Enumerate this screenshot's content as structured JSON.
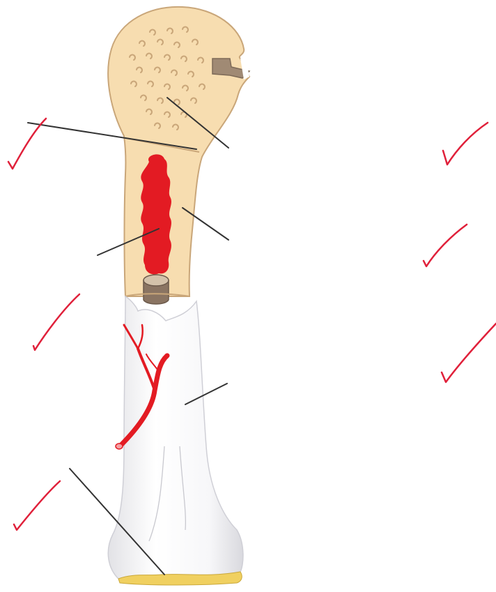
{
  "diagram": {
    "subject": "long-bone-cross-section",
    "labels": [
      {
        "id": "epiphyseal-line",
        "text": ""
      },
      {
        "id": "spongy-bone",
        "text": ""
      },
      {
        "id": "compact-bone",
        "text": ""
      },
      {
        "id": "medullary-cavity",
        "text": ""
      },
      {
        "id": "periosteum",
        "text": ""
      },
      {
        "id": "articular-cartilage",
        "text": ""
      }
    ],
    "marks": {
      "type": "checkmark",
      "count": 6,
      "color": "#e0203a"
    },
    "colors": {
      "bone_interior": "#f7ddb0",
      "bone_outline": "#c9a679",
      "marrow": "#e31b23",
      "periosteum_fill": "#f4f4f4",
      "cartilage": "#f0d060",
      "socket": "#a08a74",
      "leader_line": "#333333",
      "vessel": "#e31b23"
    }
  }
}
